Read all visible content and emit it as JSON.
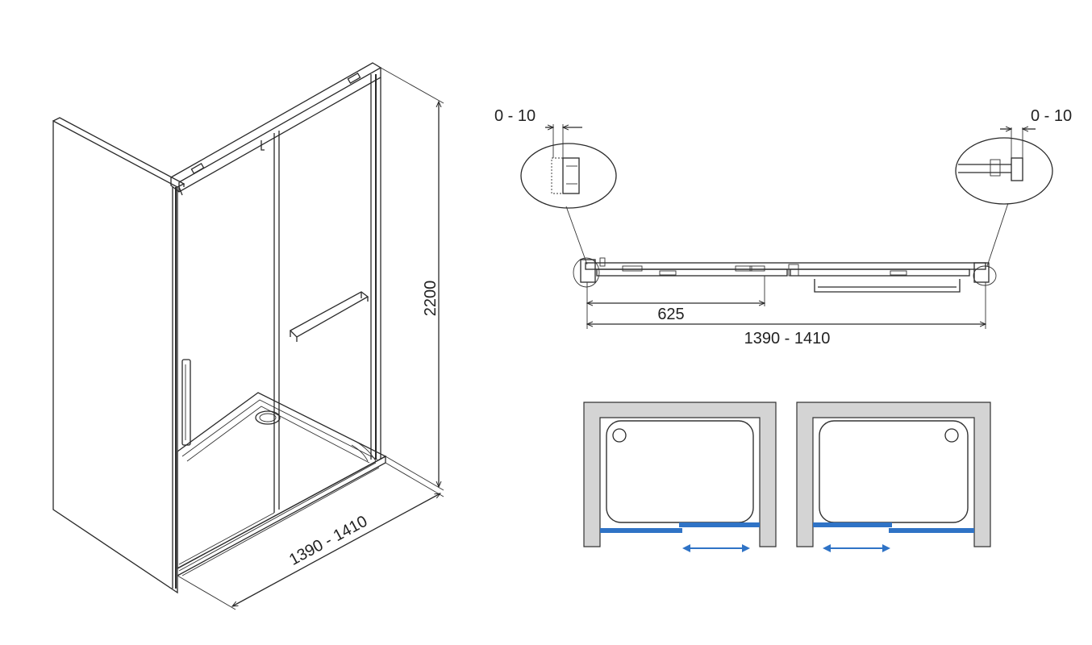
{
  "dimensions": {
    "height": "2200",
    "width_iso": "1390 - 1410",
    "gap_left": "0 - 10",
    "gap_right": "0 - 10",
    "door_width": "625",
    "width_plan": "1390 - 1410"
  },
  "colors": {
    "glass_panel": "#2f73c6",
    "arrow": "#2f73c6",
    "wall_fill": "#d4d4d4",
    "line": "#2a2a2a"
  },
  "icons": {
    "slide_arrow_right": "double-arrow-icon",
    "slide_arrow_left": "double-arrow-icon"
  }
}
